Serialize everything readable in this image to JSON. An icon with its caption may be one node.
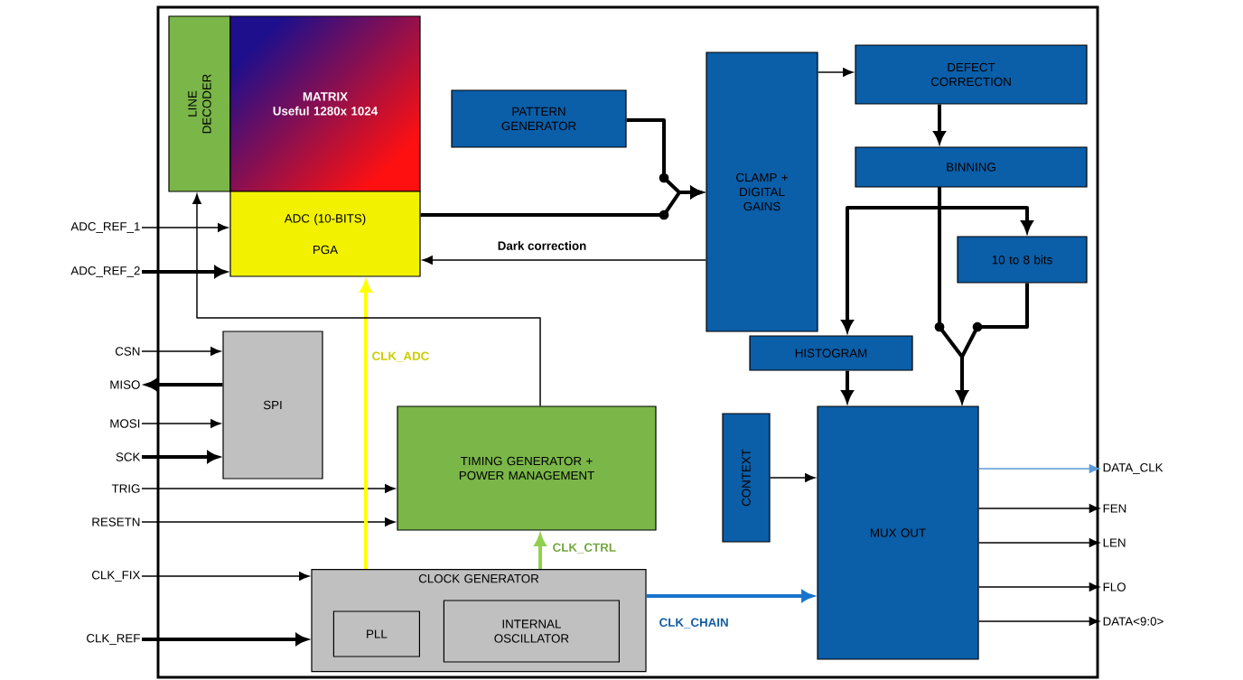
{
  "diagram": {
    "nodes": [
      {
        "text": [
          "LINE DECODER"
        ]
      },
      {
        "text": [
          "MATRIX",
          "Useful 1280x 1024"
        ]
      },
      {
        "text": [
          "ADC (10-BITS)",
          "PGA"
        ]
      },
      {
        "text": [
          "PATTERN GENERATOR"
        ]
      },
      {
        "text": [
          "CLAMP + DIGITAL GAINS"
        ]
      },
      {
        "text": [
          "DEFECT CORRECTION"
        ]
      },
      {
        "text": [
          "BINNING"
        ]
      },
      {
        "text": [
          "10 to 8 bits"
        ]
      },
      {
        "text": [
          "HISTOGRAM"
        ]
      },
      {
        "text": [
          "SPI"
        ]
      },
      {
        "text": [
          "TIMING GENERATOR + POWER MANAGEMENT"
        ]
      },
      {
        "text": [
          "CONTEXT"
        ]
      },
      {
        "text": [
          "MUX OUT"
        ]
      },
      {
        "text": [
          "CLOCK GENERATOR"
        ]
      },
      {
        "text": [
          "PLL"
        ],
        "in": 13
      },
      {
        "text": [
          "INTERNAL OSCILLATOR"
        ],
        "in": 13
      },
      {
        "text": [
          "ADC_REF_1"
        ]
      },
      {
        "text": [
          "ADC_REF_2"
        ]
      },
      {
        "text": [
          "CSN"
        ]
      },
      {
        "text": [
          "MISO"
        ]
      },
      {
        "text": [
          "MOSI"
        ]
      },
      {
        "text": [
          "SCK"
        ]
      },
      {
        "text": [
          "TRIG"
        ]
      },
      {
        "text": [
          "RESETN"
        ]
      },
      {
        "text": [
          "CLK_FIX"
        ]
      },
      {
        "text": [
          "CLK_REF"
        ]
      },
      {
        "text": [
          "DATA_CLK"
        ]
      },
      {
        "text": [
          "FEN"
        ]
      },
      {
        "text": [
          "LEN"
        ]
      },
      {
        "text": [
          "FLO"
        ]
      },
      {
        "text": [
          "DATA<9:0>"
        ]
      }
    ],
    "edges": [
      {
        "from": 16,
        "to": 2,
        "arrow": "to"
      },
      {
        "from": 17,
        "to": 2,
        "arrow": "to",
        "style": "thick"
      },
      {
        "from": 18,
        "to": 9,
        "arrow": "to"
      },
      {
        "from": 9,
        "to": 19,
        "arrow": "to",
        "style": "thick"
      },
      {
        "from": 20,
        "to": 9,
        "arrow": "to"
      },
      {
        "from": 21,
        "to": 9,
        "arrow": "to",
        "style": "thick"
      },
      {
        "from": 22,
        "to": 10,
        "arrow": "to"
      },
      {
        "from": 23,
        "to": 10,
        "arrow": "to"
      },
      {
        "from": 24,
        "to": 13,
        "arrow": "to"
      },
      {
        "from": 25,
        "to": 13,
        "arrow": "to",
        "style": "thick"
      },
      {
        "from": 13,
        "to": 2,
        "arrow": "to",
        "label": "CLK_ADC",
        "style": "thick",
        "color": "#ffff00"
      },
      {
        "from": 13,
        "to": 10,
        "arrow": "to",
        "label": "CLK_CTRL",
        "style": "thick",
        "color": "#92d050"
      },
      {
        "from": 13,
        "to": 12,
        "arrow": "to",
        "label": "CLK_CHAIN",
        "style": "thick",
        "color": "#1874cd"
      },
      {
        "from": 10,
        "to": 0,
        "arrow": "to"
      },
      {
        "from": 2,
        "to": 4,
        "arrow": "to",
        "style": "thick"
      },
      {
        "from": 3,
        "to": 4,
        "arrow": "to",
        "style": "thick"
      },
      {
        "from": 4,
        "to": 2,
        "arrow": "to",
        "label": "Dark correction"
      },
      {
        "from": 4,
        "to": 5,
        "arrow": "to"
      },
      {
        "from": 5,
        "to": 6,
        "arrow": "to",
        "style": "thick"
      },
      {
        "from": 6,
        "to": 7,
        "arrow": "to",
        "style": "thick"
      },
      {
        "from": 6,
        "to": 8,
        "arrow": "to",
        "style": "thick"
      },
      {
        "from": 6,
        "to": 12,
        "arrow": "to",
        "style": "thick"
      },
      {
        "from": 7,
        "to": 12,
        "arrow": "to",
        "style": "thick"
      },
      {
        "from": 8,
        "to": 12,
        "arrow": "to",
        "style": "thick"
      },
      {
        "from": 11,
        "to": 12,
        "arrow": "to"
      },
      {
        "from": 12,
        "to": 26,
        "arrow": "to",
        "color": "#5b9bd5"
      },
      {
        "from": 12,
        "to": 27,
        "arrow": "to"
      },
      {
        "from": 12,
        "to": 28,
        "arrow": "to"
      },
      {
        "from": 12,
        "to": 29,
        "arrow": "to"
      },
      {
        "from": 12,
        "to": 30,
        "arrow": "to"
      }
    ]
  }
}
